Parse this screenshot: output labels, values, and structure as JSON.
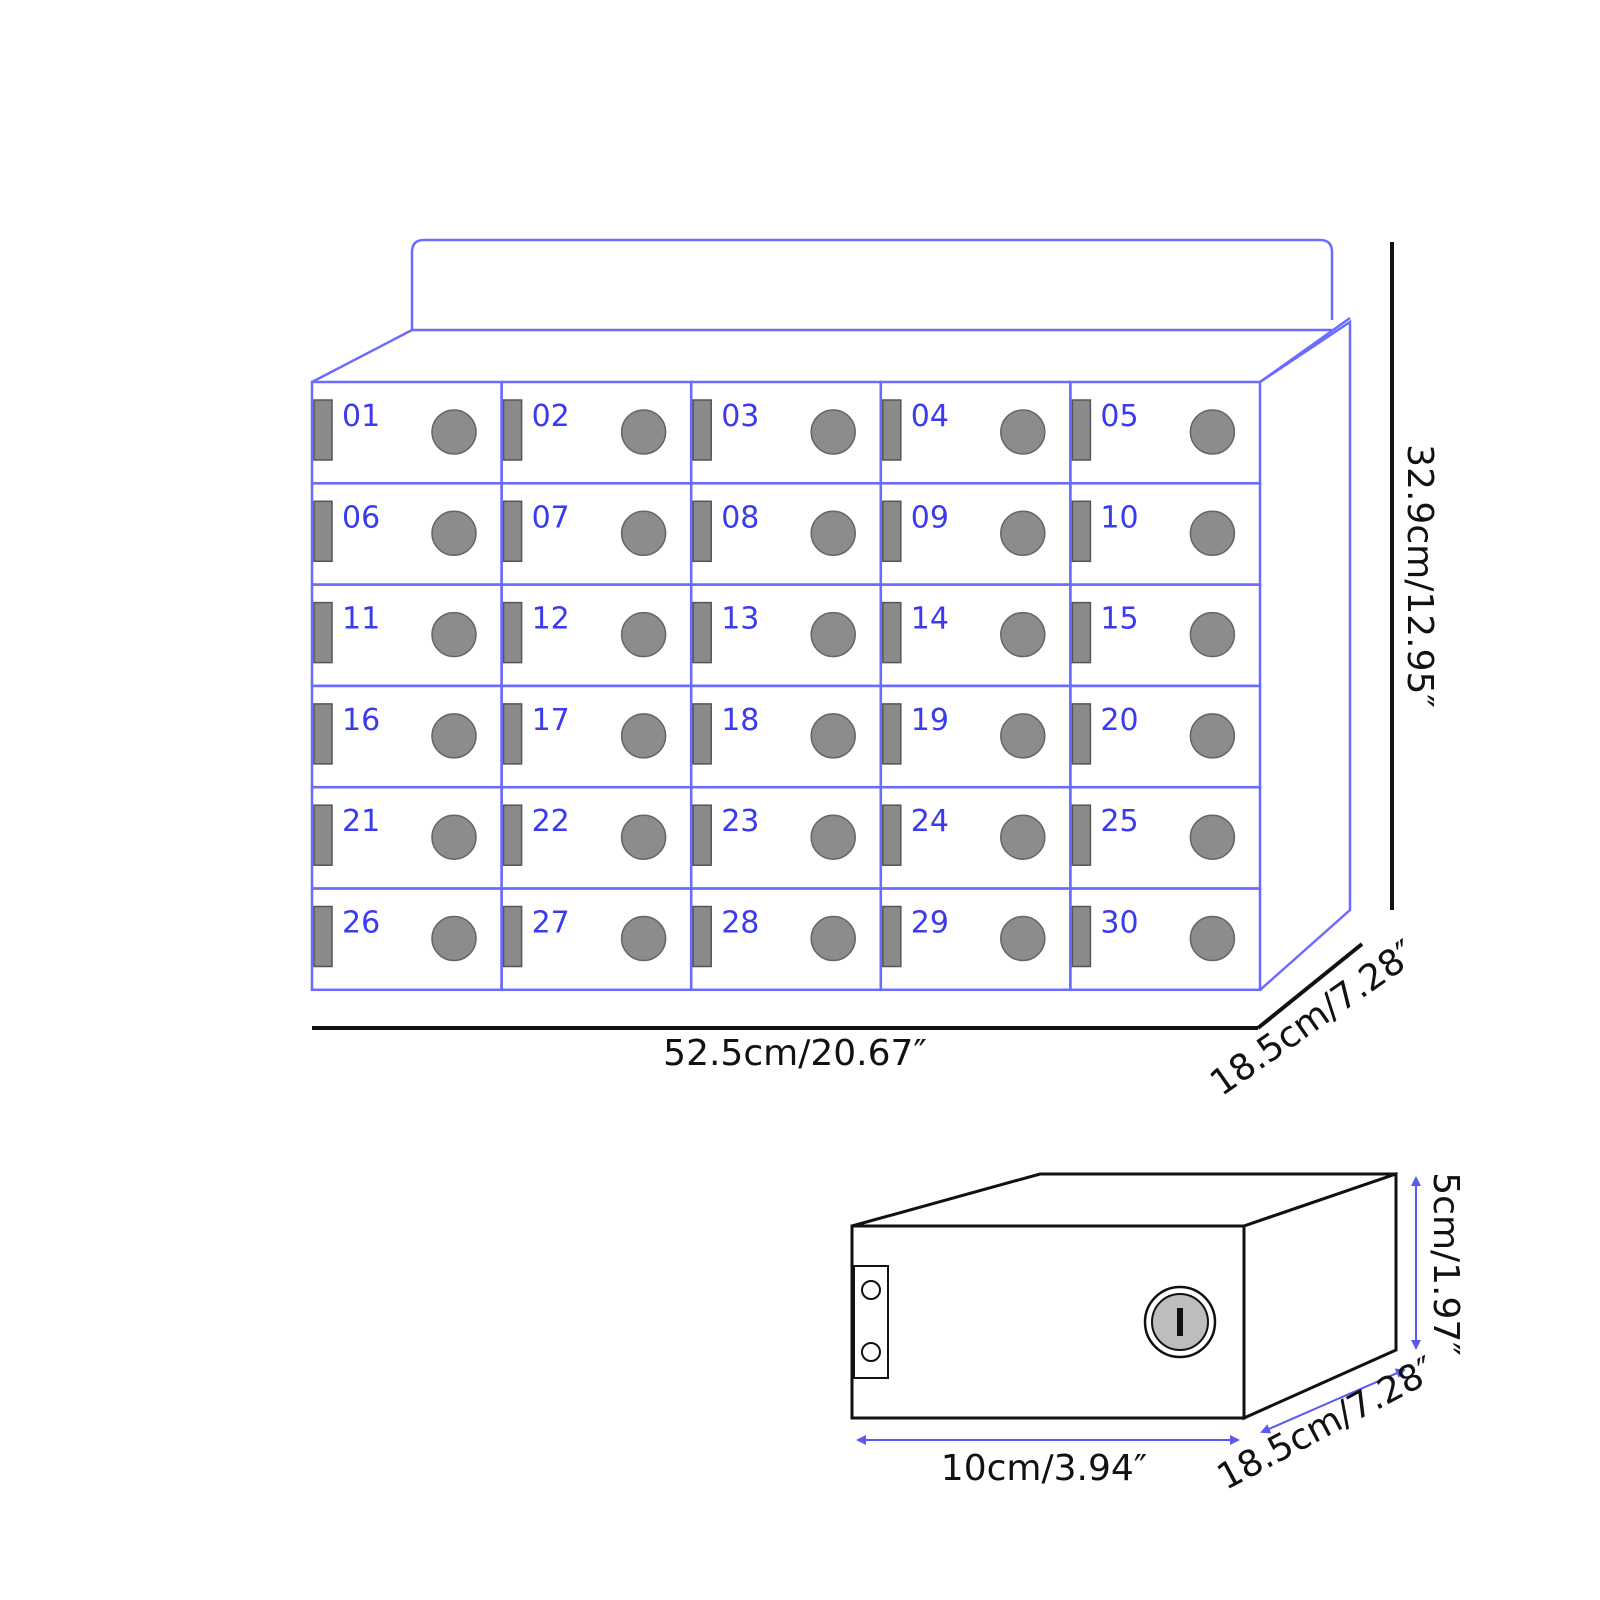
{
  "lockers": {
    "rows": 6,
    "cols": 5,
    "numbers": [
      "01",
      "02",
      "03",
      "04",
      "05",
      "06",
      "07",
      "08",
      "09",
      "10",
      "11",
      "12",
      "13",
      "14",
      "15",
      "16",
      "17",
      "18",
      "19",
      "20",
      "21",
      "22",
      "23",
      "24",
      "25",
      "26",
      "27",
      "28",
      "29",
      "30"
    ]
  },
  "dimensions": {
    "cabinet_width": "52.5cm/20.67″",
    "cabinet_height": "32.9cm/12.95″",
    "cabinet_depth": "18.5cm/7.28″",
    "drawer_width": "10cm/3.94″",
    "drawer_height": "5cm/1.97″",
    "drawer_depth": "18.5cm/7.28″"
  },
  "colors": {
    "outline": "#6b6bff",
    "number": "#3a3aee",
    "hinge": "#8a8a8a",
    "lock": "#8c8c8c",
    "dimension_line": "#111111",
    "arrow": "#5a5af0"
  }
}
